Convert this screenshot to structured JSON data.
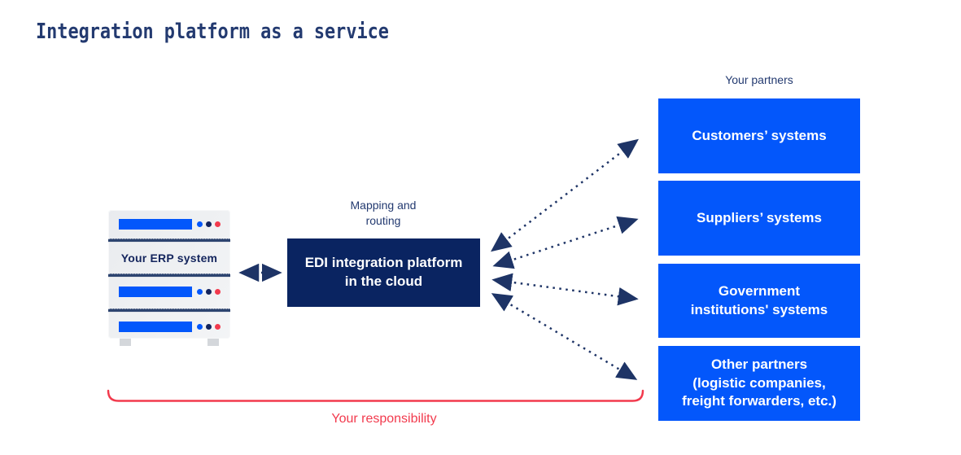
{
  "title": "Integration platform as a service",
  "erp": {
    "label": "Your ERP system"
  },
  "platform": {
    "caption": "Mapping and\nrouting",
    "label": "EDI integration platform\nin the cloud"
  },
  "partners": {
    "heading": "Your partners",
    "boxes": [
      {
        "label": "Customers’ systems"
      },
      {
        "label": "Suppliers’ systems"
      },
      {
        "label": "Government\ninstitutions' systems"
      },
      {
        "label": "Other partners\n(logistic companies,\nfreight forwarders, etc.)"
      }
    ]
  },
  "responsibility": {
    "label": "Your responsibility"
  },
  "colors": {
    "brand_blue": "#0357fb",
    "dark_navy_box": "#0a2461",
    "navy_text": "#233a70",
    "arrow_navy": "#1e3466",
    "red_accent": "#f23a4d",
    "server_body_gray": "#eef0f2"
  }
}
